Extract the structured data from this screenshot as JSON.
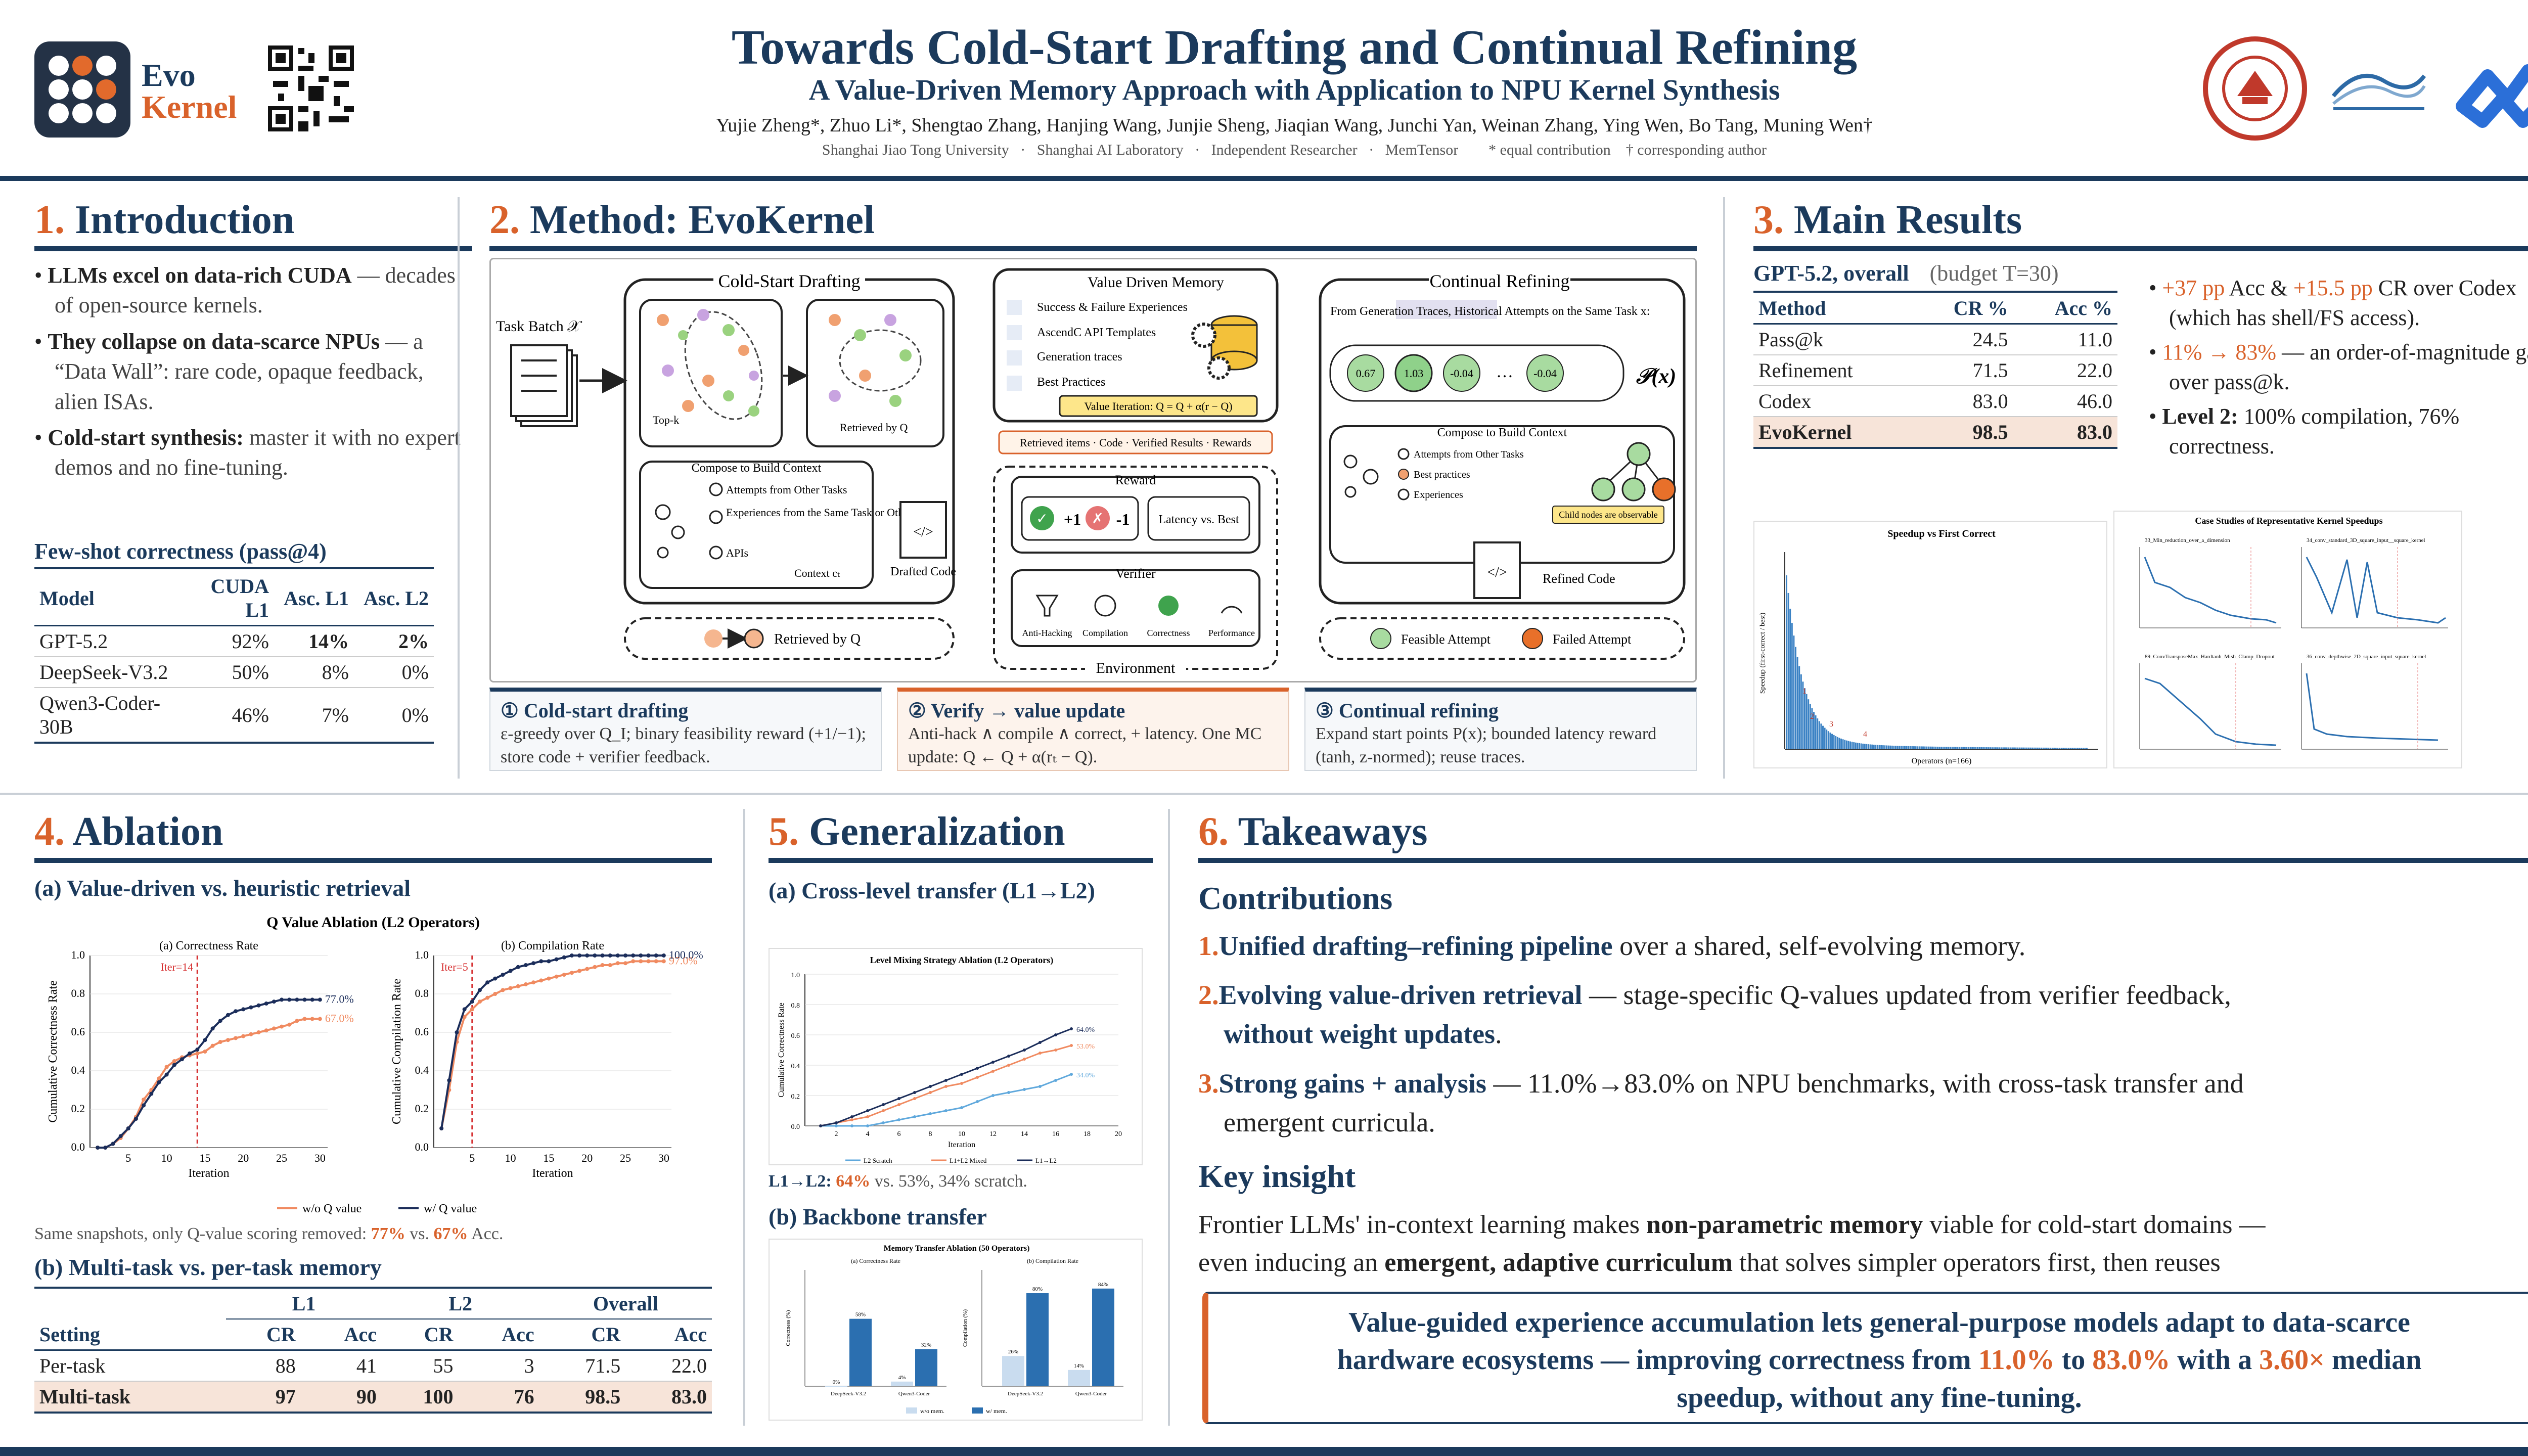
{
  "header": {
    "title": "Towards Cold-Start Drafting and Continual Refining",
    "subtitle": "A Value-Driven Memory Approach with Application to NPU Kernel Synthesis",
    "authors": "Yujie Zheng*, Zhuo Li*, Shengtao Zhang, Hanjing Wang, Junjie Sheng, Jiaqian Wang, Junchi Yan, Weinan Zhang, Ying Wen, Bo Tang, Muning Wen†",
    "affiliations": "Shanghai Jiao Tong University   ·   Shanghai AI Laboratory   ·   Independent Researcher   ·   MemTensor        * equal contribution    † corresponding author",
    "logo_word1": "Evo",
    "logo_word2": "Kernel"
  },
  "intro": {
    "title_num": "1.",
    "title": "Introduction",
    "b1_bold": "LLMs excel on data-rich CUDA",
    "b1_rest": " — decades of open-source kernels.",
    "b2_bold": "They collapse on data-scarce NPUs",
    "b2_rest": " — a “Data Wall”: rare code, opaque feedback, alien ISAs.",
    "b3_bold": "Cold-start synthesis:",
    "b3_rest": " master it with no expert demos and no fine-tuning.",
    "table_title": "Few-shot correctness (pass@4)",
    "table_head": [
      "Model",
      "CUDA L1",
      "Asc. L1",
      "Asc. L2"
    ],
    "rows": [
      [
        "GPT-5.2",
        "92%",
        "14%",
        "2%"
      ],
      [
        "DeepSeek-V3.2",
        "50%",
        "8%",
        "0%"
      ],
      [
        "Qwen3-Coder-30B",
        "46%",
        "7%",
        "0%"
      ]
    ]
  },
  "method": {
    "title_num": "2.",
    "title": "Method: EvoKernel",
    "cold_start": "Cold-Start Drafting",
    "task_batch": "Task Batch 𝒳",
    "topk": "Top-k",
    "retrieved_by_q": "Retrieved by Q",
    "compose": "Compose to Build Context",
    "attempts": "Attempts from Other Tasks",
    "experiences": "Experiences from the Same Task or Other Tasks",
    "apis": "APIs",
    "context": "Context cₜ",
    "drafted": "Drafted Code",
    "vdm": "Value Driven Memory",
    "mem_items": [
      "Success & Failure Experiences",
      "AscendC API Templates",
      "Generation traces",
      "Best Practices"
    ],
    "value_iter": "Value Iteration: Q = Q + α(r − Q)",
    "retrieved_items": "Retrieved items · Code · Verified Results · Rewards",
    "reward": "Reward",
    "plus": "+1",
    "minus": "-1",
    "latency": "Latency vs. Best",
    "verifier": "Verifier",
    "verifier_items": [
      "Anti-Hacking",
      "Compilation",
      "Correctness",
      "Performance"
    ],
    "environment": "Environment",
    "cont_ref": "Continual Refining",
    "from_gen": "From Generation Traces, Historical Attempts on the Same Task x:",
    "scores": [
      "0.67",
      "1.03",
      "-0.04",
      "…",
      "-0.04"
    ],
    "px": "𝒫(x)",
    "compose2": "Compose to Build Context",
    "c2_items": [
      "Attempts from Other Tasks",
      "Best practices",
      "Experiences"
    ],
    "child_nodes": "Child nodes are observable",
    "refined": "Refined Code",
    "legend_retrieved": "Retrieved by Q",
    "legend_feasible": "Feasible Attempt",
    "legend_failed": "Failed Attempt",
    "step1_title": "① Cold-start drafting",
    "step1_text": "ε-greedy over Q_I; binary feasibility reward (+1/−1); store code + verifier feedback.",
    "step2_title": "② Verify → value update",
    "step2_text": "Anti-hack ∧ compile ∧ correct, + latency. One MC update: Q ← Q + α(rₜ − Q).",
    "step3_title": "③ Continual refining",
    "step3_text": "Expand start points P(x); bounded latency reward (tanh, z-normed); reuse traces."
  },
  "results": {
    "title_num": "3.",
    "title": "Main Results",
    "table_title": "GPT-5.2, overall",
    "budget": "(budget T=30)",
    "head": [
      "Method",
      "CR %",
      "Acc %"
    ],
    "rows": [
      [
        "Pass@k",
        "24.5",
        "11.0"
      ],
      [
        "Refinement",
        "71.5",
        "22.0"
      ],
      [
        "Codex",
        "83.0",
        "46.0"
      ],
      [
        "EvoKernel",
        "98.5",
        "83.0"
      ]
    ],
    "b1_o1": "+37 pp",
    "b1_m": " Acc & ",
    "b1_o2": "+15.5 pp",
    "b1_rest": " CR over Codex (which has shell/FS access).",
    "b2_o": "11% → 83%",
    "b2_rest": " — an order-of-magnitude gain over pass@k.",
    "b3_bold": "Level 2:",
    "b3_rest": " 100% compilation, 76% correctness.",
    "fig1_title": "Speedup vs First Correct",
    "fig1_xlabel": "Operators (n=166)",
    "fig1_ylabel": "Speedup (first-correct / best)",
    "fig2_title": "Case Studies of Representative Kernel Speedups",
    "fig2_panels": [
      "33_Min_reduction_over_a_dimension",
      "34_conv_standard_3D_square_input__square_kernel",
      "89_ConvTransposeMax_Hardtanh_Mish_Clamp_Dropout",
      "36_conv_depthwise_2D_square_input_square_kernel"
    ]
  },
  "ablation": {
    "title_num": "4.",
    "title": "Ablation",
    "sub_a": "(a) Value-driven vs. heuristic retrieval",
    "chart_title": "Q Value Ablation (L2 Operators)",
    "caption_pre": "Same snapshots, only Q-value scoring removed: ",
    "cap_77": "77%",
    "caption_mid": " vs. ",
    "cap_67": "67%",
    "caption_post": " Acc.",
    "sub_b": "(b) Multi-task vs. per-task memory",
    "groups": [
      "L1",
      "L2",
      "Overall"
    ],
    "head": [
      "Setting",
      "CR",
      "Acc",
      "CR",
      "Acc",
      "CR",
      "Acc"
    ],
    "rows": [
      [
        "Per-task",
        "88",
        "41",
        "55",
        "3",
        "71.5",
        "22.0"
      ],
      [
        "Multi-task",
        "97",
        "90",
        "100",
        "76",
        "98.5",
        "83.0"
      ]
    ]
  },
  "generalization": {
    "title_num": "5.",
    "title": "Generalization",
    "sub_a": "(a) Cross-level transfer (L1→L2)",
    "caption_pre": "L1→L2: ",
    "caption_o": "64%",
    "caption_post": " vs. 53%, 34% scratch.",
    "sub_b": "(b) Backbone transfer",
    "bar_title": "Memory Transfer Ablation (50 Operators)"
  },
  "takeaways": {
    "title_num": "6.",
    "title": "Takeaways",
    "contrib": "Contributions",
    "c1_n": "1.",
    "c1_b": "Unified drafting–refining pipeline",
    "c1_r": " over a shared, self-evolving memory.",
    "c2_n": "2.",
    "c2_b": "Evolving value-driven retrieval",
    "c2_r": " — stage-specific Q-values updated from verifier feedback,",
    "c2_b2": "without weight updates",
    "c2_r2": ".",
    "c3_n": "3.",
    "c3_b": "Strong gains + analysis",
    "c3_r": " — 11.0%→83.0% on NPU benchmarks, with cross-task transfer and",
    "c3_r2": "emergent curricula.",
    "insight": "Key insight",
    "ins_1": "Frontier LLMs' in-context learning makes ",
    "ins_b1": "non-parametric memory",
    "ins_2": " viable for cold-start domains —",
    "ins_3": "even inducing an ",
    "ins_b2": "emergent, adaptive curriculum",
    "ins_4": " that solves simpler operators first, then reuses",
    "box_1": "Value-guided experience accumulation lets general-purpose models adapt to data-scarce",
    "box_2": "hardware ecosystems — improving correctness from ",
    "box_o1": "11.0%",
    "box_3": " to ",
    "box_o2": "83.0%",
    "box_4": " with a ",
    "box_o3": "3.60×",
    "box_5": " median",
    "box_6": "speedup, without any fine-tuning."
  },
  "chart_data": [
    {
      "type": "line",
      "title": "(a) Correctness Rate",
      "xlabel": "Iteration",
      "ylabel": "Cumulative Correctness Rate",
      "ylim": [
        0,
        1.0
      ],
      "annotation": "Iter=14",
      "series": [
        {
          "name": "w/o Q value",
          "end_label": "67.0%",
          "x": [
            1,
            2,
            3,
            4,
            5,
            6,
            7,
            8,
            9,
            10,
            11,
            12,
            13,
            14,
            15,
            16,
            17,
            18,
            19,
            20,
            21,
            22,
            23,
            24,
            25,
            26,
            27,
            28,
            29,
            30
          ],
          "values": [
            0.0,
            0.0,
            0.02,
            0.05,
            0.1,
            0.16,
            0.25,
            0.3,
            0.36,
            0.42,
            0.45,
            0.47,
            0.48,
            0.49,
            0.5,
            0.53,
            0.55,
            0.56,
            0.57,
            0.58,
            0.59,
            0.6,
            0.61,
            0.62,
            0.63,
            0.64,
            0.66,
            0.67,
            0.67,
            0.67
          ]
        },
        {
          "name": "w/ Q value",
          "end_label": "77.0%",
          "x": [
            1,
            2,
            3,
            4,
            5,
            6,
            7,
            8,
            9,
            10,
            11,
            12,
            13,
            14,
            15,
            16,
            17,
            18,
            19,
            20,
            21,
            22,
            23,
            24,
            25,
            26,
            27,
            28,
            29,
            30
          ],
          "values": [
            0.0,
            0.0,
            0.02,
            0.06,
            0.1,
            0.15,
            0.22,
            0.28,
            0.34,
            0.38,
            0.43,
            0.46,
            0.49,
            0.51,
            0.56,
            0.62,
            0.66,
            0.69,
            0.71,
            0.72,
            0.73,
            0.74,
            0.75,
            0.76,
            0.77,
            0.77,
            0.77,
            0.77,
            0.77,
            0.77
          ]
        }
      ]
    },
    {
      "type": "line",
      "title": "(b) Compilation Rate",
      "xlabel": "Iteration",
      "ylabel": "Cumulative Compilation Rate",
      "ylim": [
        0,
        1.0
      ],
      "annotation": "Iter=5",
      "series": [
        {
          "name": "w/o Q value",
          "end_label": "97.0%",
          "x": [
            1,
            2,
            3,
            4,
            5,
            6,
            7,
            8,
            9,
            10,
            11,
            12,
            13,
            14,
            15,
            16,
            17,
            18,
            19,
            20,
            21,
            22,
            23,
            24,
            25,
            26,
            27,
            28,
            29,
            30
          ],
          "values": [
            0.1,
            0.3,
            0.55,
            0.68,
            0.72,
            0.76,
            0.78,
            0.8,
            0.82,
            0.83,
            0.84,
            0.85,
            0.86,
            0.87,
            0.88,
            0.89,
            0.9,
            0.91,
            0.92,
            0.93,
            0.94,
            0.95,
            0.95,
            0.96,
            0.96,
            0.97,
            0.97,
            0.97,
            0.97,
            0.97
          ]
        },
        {
          "name": "w/ Q value",
          "end_label": "100.0%",
          "x": [
            1,
            2,
            3,
            4,
            5,
            6,
            7,
            8,
            9,
            10,
            11,
            12,
            13,
            14,
            15,
            16,
            17,
            18,
            19,
            20,
            21,
            22,
            23,
            24,
            25,
            26,
            27,
            28,
            29,
            30
          ],
          "values": [
            0.1,
            0.35,
            0.6,
            0.72,
            0.76,
            0.82,
            0.86,
            0.88,
            0.9,
            0.92,
            0.94,
            0.95,
            0.96,
            0.97,
            0.97,
            0.98,
            0.99,
            1.0,
            1.0,
            1.0,
            1.0,
            1.0,
            1.0,
            1.0,
            1.0,
            1.0,
            1.0,
            1.0,
            1.0,
            1.0
          ]
        }
      ]
    },
    {
      "type": "line",
      "title": "Level Mixing Strategy Ablation (L2 Operators)",
      "xlabel": "Iteration",
      "ylabel": "Cumulative Correctness Rate",
      "ylim": [
        0,
        1.0
      ],
      "series": [
        {
          "name": "L2 Scratch",
          "end_label": "34.0%",
          "x": [
            1,
            2,
            3,
            4,
            5,
            6,
            7,
            8,
            9,
            10,
            11,
            12,
            13,
            14,
            15,
            16,
            17
          ],
          "values": [
            0.0,
            0.0,
            0.0,
            0.0,
            0.02,
            0.04,
            0.06,
            0.08,
            0.1,
            0.12,
            0.16,
            0.2,
            0.22,
            0.24,
            0.26,
            0.3,
            0.34
          ]
        },
        {
          "name": "L1+L2 Mixed",
          "end_label": "53.0%",
          "x": [
            1,
            2,
            3,
            4,
            5,
            6,
            7,
            8,
            9,
            10,
            11,
            12,
            13,
            14,
            15,
            16,
            17
          ],
          "values": [
            0.0,
            0.02,
            0.04,
            0.06,
            0.1,
            0.14,
            0.18,
            0.22,
            0.26,
            0.28,
            0.32,
            0.36,
            0.4,
            0.44,
            0.48,
            0.5,
            0.53
          ]
        },
        {
          "name": "L1→L2",
          "end_label": "64.0%",
          "x": [
            1,
            2,
            3,
            4,
            5,
            6,
            7,
            8,
            9,
            10,
            11,
            12,
            13,
            14,
            15,
            16,
            17
          ],
          "values": [
            0.0,
            0.02,
            0.06,
            0.1,
            0.14,
            0.18,
            0.22,
            0.26,
            0.3,
            0.34,
            0.38,
            0.42,
            0.46,
            0.5,
            0.55,
            0.6,
            0.64
          ]
        }
      ]
    },
    {
      "type": "bar",
      "title": "(a) Correctness Rate",
      "categories": [
        "DeepSeek-V3.2",
        "Qwen3-Coder"
      ],
      "ylabel": "Correctness (%)",
      "ylim": [
        0,
        100
      ],
      "series": [
        {
          "name": "w/o mem.",
          "values": [
            0,
            4
          ]
        },
        {
          "name": "w/ mem.",
          "values": [
            58,
            32
          ]
        }
      ]
    },
    {
      "type": "bar",
      "title": "(b) Compilation Rate",
      "categories": [
        "DeepSeek-V3.2",
        "Qwen3-Coder"
      ],
      "ylabel": "Compilation (%)",
      "ylim": [
        0,
        100
      ],
      "series": [
        {
          "name": "w/o mem.",
          "values": [
            26,
            14
          ]
        },
        {
          "name": "w/ mem.",
          "values": [
            80,
            84
          ]
        }
      ]
    }
  ]
}
